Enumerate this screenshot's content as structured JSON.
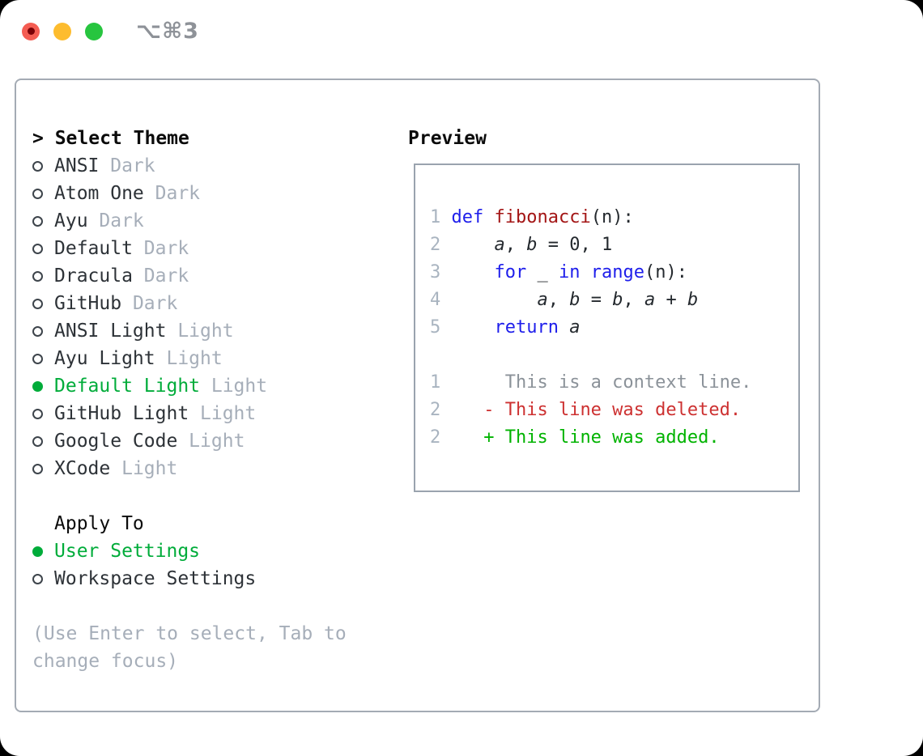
{
  "window": {
    "title": "⌥⌘3",
    "traffic_lights": [
      "close",
      "minimize",
      "zoom"
    ]
  },
  "colors": {
    "selected_green": "#00ac3a",
    "added_green": "#00b300",
    "deleted_red": "#cd3131",
    "keyword_blue": "#1e1eeb",
    "function_red": "#a31515",
    "context_gray": "#8b9299",
    "muted_gray": "#a6aeb9",
    "line_number_gray": "#a9b4c0",
    "text_dark": "#2d3237",
    "border_gray": "#a4abb4",
    "traffic_red": "#f45c52",
    "traffic_yellow": "#fdbc2e",
    "traffic_green": "#27c53f",
    "title_gray": "#8e9298"
  },
  "theme_panel": {
    "header_prefix": "> ",
    "header": "Select Theme",
    "items": [
      {
        "name": "ANSI",
        "tag": "Dark",
        "selected": false
      },
      {
        "name": "Atom One",
        "tag": "Dark",
        "selected": false
      },
      {
        "name": "Ayu",
        "tag": "Dark",
        "selected": false
      },
      {
        "name": "Default",
        "tag": "Dark",
        "selected": false
      },
      {
        "name": "Dracula",
        "tag": "Dark",
        "selected": false
      },
      {
        "name": "GitHub",
        "tag": "Dark",
        "selected": false
      },
      {
        "name": "ANSI Light",
        "tag": "Light",
        "selected": false
      },
      {
        "name": "Ayu Light",
        "tag": "Light",
        "selected": false
      },
      {
        "name": "Default Light",
        "tag": "Light",
        "selected": true
      },
      {
        "name": "GitHub Light",
        "tag": "Light",
        "selected": false
      },
      {
        "name": "Google Code",
        "tag": "Light",
        "selected": false
      },
      {
        "name": "XCode",
        "tag": "Light",
        "selected": false
      }
    ],
    "apply_header": "Apply To",
    "apply_items": [
      {
        "name": "User Settings",
        "selected": true
      },
      {
        "name": "Workspace Settings",
        "selected": false
      }
    ],
    "help_lines": [
      "(Use Enter to select, Tab to",
      "change focus)"
    ]
  },
  "preview": {
    "header": "Preview",
    "code_lines": [
      {
        "tokens": [
          [
            "ln",
            "1"
          ],
          [
            "pl",
            " "
          ],
          [
            "kw",
            "def"
          ],
          [
            "pl",
            " "
          ],
          [
            "fn",
            "fibonacci"
          ],
          [
            "pl",
            "(n):"
          ]
        ]
      },
      {
        "tokens": [
          [
            "ln",
            "2"
          ],
          [
            "pl",
            "     "
          ],
          [
            "var",
            "a"
          ],
          [
            "pl",
            ", "
          ],
          [
            "var",
            "b"
          ],
          [
            "pl",
            " = 0, 1"
          ]
        ]
      },
      {
        "tokens": [
          [
            "ln",
            "3"
          ],
          [
            "pl",
            "     "
          ],
          [
            "kw",
            "for"
          ],
          [
            "pl",
            " _ "
          ],
          [
            "kw",
            "in"
          ],
          [
            "pl",
            " "
          ],
          [
            "kw",
            "range"
          ],
          [
            "pl",
            "(n):"
          ]
        ]
      },
      {
        "tokens": [
          [
            "ln",
            "4"
          ],
          [
            "pl",
            "         "
          ],
          [
            "var",
            "a"
          ],
          [
            "pl",
            ", "
          ],
          [
            "var",
            "b"
          ],
          [
            "pl",
            " = "
          ],
          [
            "var",
            "b"
          ],
          [
            "pl",
            ", "
          ],
          [
            "var",
            "a"
          ],
          [
            "pl",
            " + "
          ],
          [
            "var",
            "b"
          ]
        ]
      },
      {
        "tokens": [
          [
            "ln",
            "5"
          ],
          [
            "pl",
            "     "
          ],
          [
            "kw",
            "return"
          ],
          [
            "pl",
            " "
          ],
          [
            "var",
            "a"
          ]
        ]
      },
      {
        "tokens": []
      },
      {
        "tokens": [
          [
            "ln",
            "1"
          ],
          [
            "ctx",
            "      This is a context line."
          ]
        ]
      },
      {
        "tokens": [
          [
            "ln",
            "2"
          ],
          [
            "pl",
            "    "
          ],
          [
            "del",
            "- This line was deleted."
          ]
        ]
      },
      {
        "tokens": [
          [
            "ln",
            "2"
          ],
          [
            "pl",
            "    "
          ],
          [
            "add",
            "+ This line was added."
          ]
        ]
      }
    ]
  }
}
